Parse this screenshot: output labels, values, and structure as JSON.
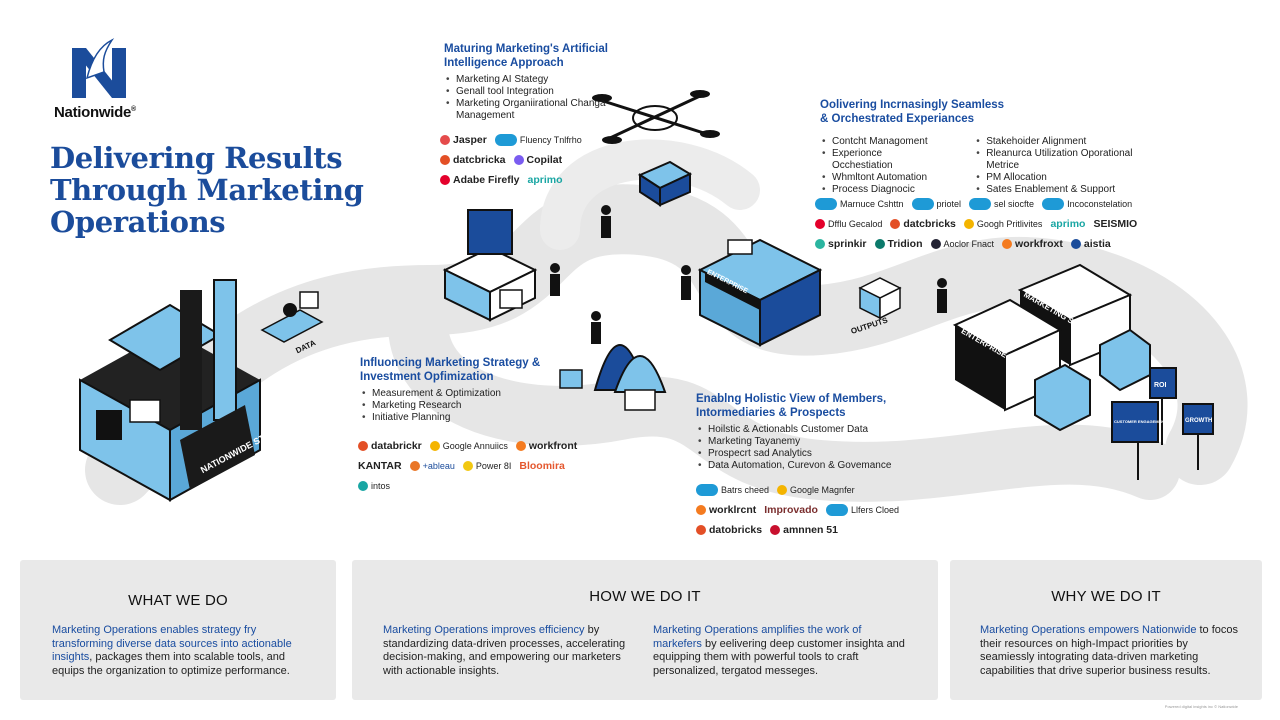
{
  "brand": {
    "name": "Nationwide"
  },
  "page_title": "Delivering Results Through Marketing Operations",
  "labels": {
    "factory_sign": "NATIONWIDE STRATEGY",
    "data_cart": "DATA",
    "storefront": "ENTERPRISE",
    "outputs": "OUTPUTS",
    "truck_1": "MARKETING STRATEGY",
    "truck_2": "ENTERPRISE BRAND",
    "sign_1": "ROI",
    "sign_2": "GROWTH",
    "sign_3": "CUSTOMER ENGAGEMENT"
  },
  "sections": {
    "ai": {
      "title": "Maturing Marketing's Artificial Intelligence Approach",
      "items": [
        "Marketing AI Stategy",
        "Genall tool Integration",
        "Marketing Organiirational Changa Management"
      ],
      "tools": [
        "Jasper",
        "Fluency Tnlfrho",
        "datcbricka",
        "Copilat",
        "Adabe Firefly",
        "aprimo"
      ]
    },
    "strategy": {
      "title": "Influoncing Marketing Strategy & Investment Opfimization",
      "items": [
        "Measurement & Optimization",
        "Marketing Research",
        "Initiative Planning"
      ],
      "tools": [
        "databrickr",
        "Google Annuiics",
        "workfront",
        "KANTAR",
        "+ableau",
        "Power 8I",
        "Bloomira",
        "intos"
      ]
    },
    "experiences": {
      "title": "Oolivering Incrnasingly Seamless & Orchestrated Experiances",
      "items_left": [
        "Contcht Managoment",
        "Experionce Occhestiation",
        "Whmltont Automation",
        "Process Diagnocic"
      ],
      "items_right": [
        "Stakehoider Alignment",
        "Rleanurca Utilization Oporational Metrice",
        "PM Allocation",
        "Sates Enablement & Support"
      ],
      "tools": [
        "Marnuce Cshttn",
        "priotel",
        "sel siocfte",
        "Incoconstelation",
        "Dfflu Gecalod",
        "datcbricks",
        "Googh Pritlivites",
        "aprimo",
        "SEISMIO",
        "sprinkir",
        "Tridion",
        "Aoclor Fnact",
        "workfroxt",
        "aistia"
      ]
    },
    "holistic": {
      "title": "Enablng Holistic View of Members, Intormediaries & Prospects",
      "items": [
        "Hoilstic & Actionabls Customer Data",
        "Marketing Tayanemy",
        "Prospecrt sad Analytics",
        "Data Automation, Curevon & Govemance"
      ],
      "tools": [
        "Batrs cheed",
        "Google Magnfer",
        "worklrcnt",
        "Improvado",
        "Llfers Cloed",
        "datobricks",
        "amnnen 51"
      ]
    }
  },
  "panels": {
    "what": {
      "heading": "WHAT WE DO",
      "highlight": "Marketing Operations enables strategy fry transforming diverse data sources into actionable insights",
      "body": ", packages them into scalable tools, and equips the organization to optimize performance."
    },
    "how": {
      "heading": "HOW WE DO IT",
      "left_highlight": "Marketing Operations improves efficiency",
      "left_body": " by standardizing data-driven processes, accelerating decision-making, and empowering our marketers with actionable insights.",
      "right_highlight": "Marketing Operations amplifies the work of markefers",
      "right_body": " by eelivering deep customer insighta and equipping them with powerful tools to craft personalized, tergatod messeges."
    },
    "why": {
      "heading": "WHY WE DO IT",
      "highlight": "Marketing Operations empowers Nationwide",
      "body": " to focos their resources on high-Impact priorities by seamiessly intograting data-driven marketing capabilities that drive superior business results."
    }
  },
  "credit": "Powered digital insights inc © Nationwide",
  "colors": {
    "brand_blue": "#1b4c9b",
    "accent_blue": "#1a4da0",
    "isometric_blue": "#7ec3ea",
    "panel_bg": "#e9e9e9",
    "road_gray": "#e6e6e6"
  }
}
